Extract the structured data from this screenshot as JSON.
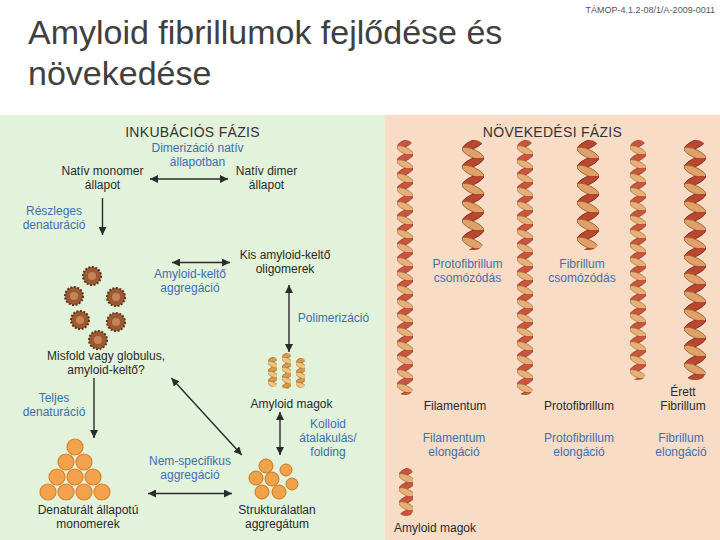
{
  "diagram": {
    "title": "Amyloid fibrillumok fejlődése és növekedése",
    "nodes": [
      {
        "text": [
          "INKUBÁCIÓS FÁZIS"
        ]
      },
      {
        "text": [
          "NÖVEKEDÉSI FÁZIS"
        ]
      },
      {
        "text": [
          "Natív monomer állapot"
        ],
        "in": 0
      },
      {
        "text": [
          "Natív dimer állapot"
        ],
        "in": 0
      },
      {
        "text": [
          "Misfold vagy globulus, amyloid-keltő?"
        ],
        "in": 0
      },
      {
        "text": [
          "Kis amyloid-keltő oligomerek"
        ],
        "in": 0
      },
      {
        "text": [
          "Amyloid magok"
        ],
        "in": 0
      },
      {
        "text": [
          "Denaturált állapotú monomerek"
        ],
        "in": 0
      },
      {
        "text": [
          "Strukturálatlan aggregátum"
        ],
        "in": 0
      }
    ],
    "edges": [
      {
        "from": 2,
        "to": 3,
        "arrow": "both",
        "label": "Dimerizáció natív állapotban"
      },
      {
        "from": 2,
        "to": 4,
        "arrow": "to",
        "label": "Részleges denaturáció"
      },
      {
        "from": 4,
        "to": 5,
        "arrow": "both",
        "label": "Amyloid-keltő aggregáció"
      },
      {
        "from": 5,
        "to": 6,
        "arrow": "both",
        "label": "Polimerizáció"
      },
      {
        "from": 4,
        "to": 7,
        "arrow": "to",
        "label": "Teljes denaturáció"
      },
      {
        "from": 4,
        "to": 8,
        "arrow": "both"
      },
      {
        "from": 6,
        "to": 8,
        "arrow": "both",
        "label": "Kolloid átalakulás/ folding"
      },
      {
        "from": 7,
        "to": 8,
        "arrow": "both",
        "label": "Nem-specifikus aggregáció"
      }
    ],
    "labels": [
      "TÁMOP-4.1.2-08/1/A-2009-0011",
      "Protofibrillum csomózódás",
      "Fibrillum csomózódás",
      "Filamentum",
      "Protofibrillum",
      "Érett Fibrillum",
      "Filamentum elongáció",
      "Protofibrillum elongáció",
      "Fibrillum elongáció",
      "Amyloid magok"
    ]
  }
}
